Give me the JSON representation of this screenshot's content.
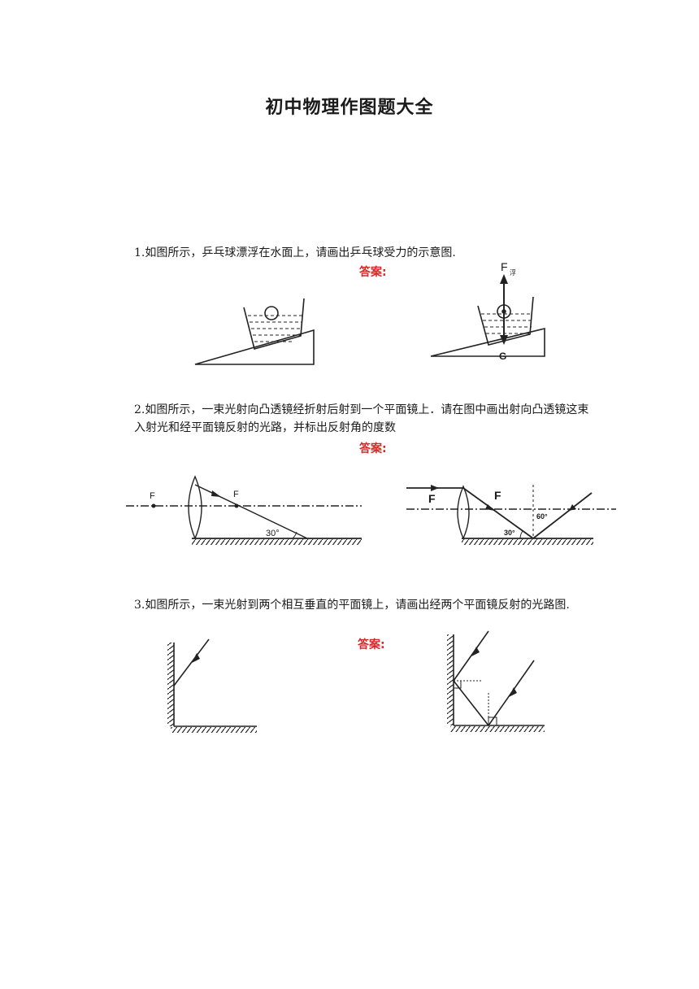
{
  "title": "初中物理作图题大全",
  "answer_label": "答案:",
  "questions": [
    {
      "text": "1.如图所示，乒乓球漂浮在水面上，请画出乒乓球受力的示意图.",
      "labels": {
        "buoyancy": "F",
        "buoyancy_sub": "浮",
        "gravity": "G"
      }
    },
    {
      "text_line1": "2.如图所示，一束光射向凸透镜经折射后射到一个平面镜上．请在图中画出射向凸透镜这束",
      "text_line2": "入射光和经平面镜反射的光路，并标出反射角的度数",
      "labels": {
        "focus": "F",
        "angle_30": "30°",
        "angle_60": "60°"
      }
    },
    {
      "text": "3.如图所示，一束光射到两个相互垂直的平面镜上，请画出经两个平面镜反射的光路图."
    }
  ]
}
